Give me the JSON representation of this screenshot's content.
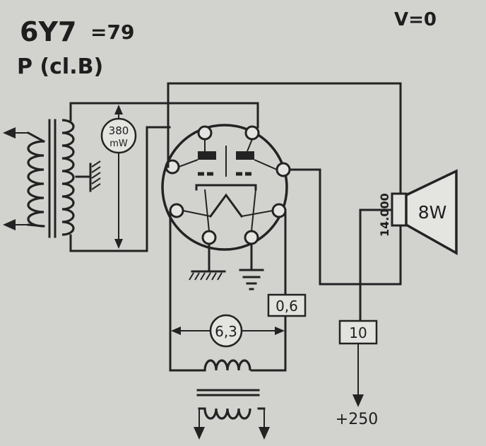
{
  "header": {
    "tube": "6Y7",
    "equiv": "=79",
    "mode": "P (cl.B)",
    "v_label": "V=0"
  },
  "labels": {
    "power_top": "380",
    "power_unit": "mW",
    "heater_voltage": "6,3",
    "heater_current": "0,6",
    "output_impedance": "14.000",
    "speaker_power": "8W",
    "supply_current": "10",
    "supply_voltage": "+250"
  },
  "colors": {
    "background": "#d2d2cf",
    "ink": "#232323",
    "box_fill": "#e2e2df"
  },
  "icons": [
    "transformer-icon",
    "ground-icon",
    "speaker-icon",
    "vacuum-tube-icon",
    "arrow-icon"
  ]
}
